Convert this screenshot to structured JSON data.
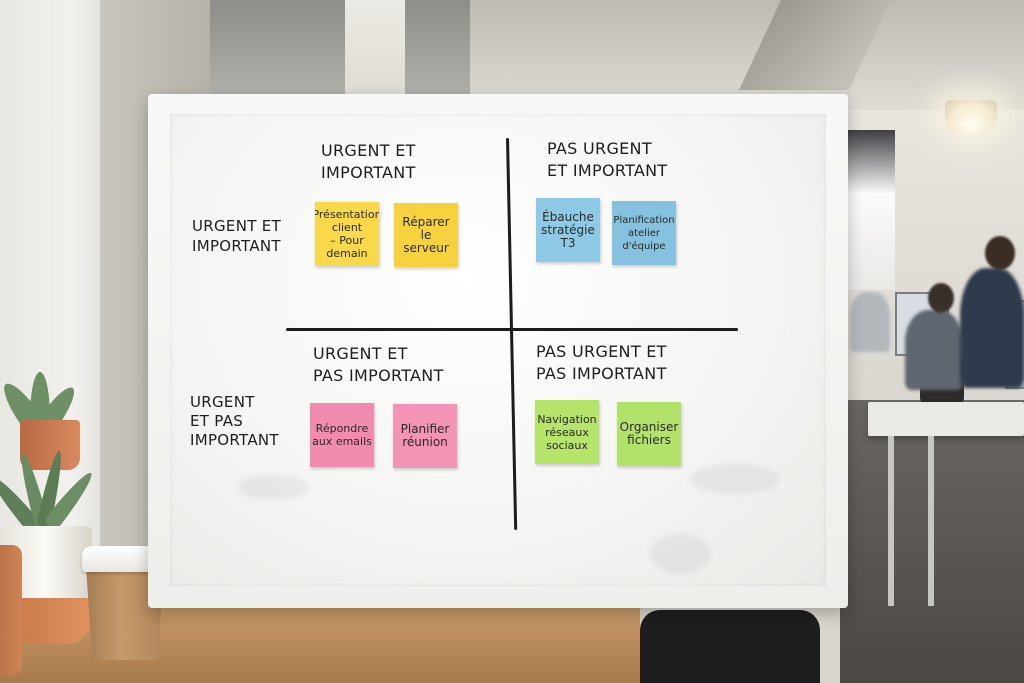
{
  "board": {
    "quadrants": [
      {
        "title": "URGENT ET\nIMPORTANT"
      },
      {
        "title": "PAS URGENT\nET IMPORTANT"
      },
      {
        "title": "URGENT ET\nPAS IMPORTANT"
      },
      {
        "title": "PAS URGENT ET\nPAS IMPORTANT"
      }
    ],
    "row_labels": [
      "URGENT ET\nIMPORTANT",
      "URGENT\nET PAS\nIMPORTANT"
    ],
    "notes": [
      {
        "text": "Présentation\nclient\n– Pour\ndemain",
        "color": "#f9d949"
      },
      {
        "text": "Réparer\nle\nserveur",
        "color": "#f7d23f"
      },
      {
        "text": "Ébauche\nstratégie\nT3",
        "color": "#8ec9e6"
      },
      {
        "text": "Planification\natelier\nd'équipe",
        "color": "#86c2df"
      },
      {
        "text": "Répondre\naux emails",
        "color": "#f28bb0"
      },
      {
        "text": "Planifier\nréunion",
        "color": "#f393b5"
      },
      {
        "text": "Navigation\nréseaux\nsociaux",
        "color": "#b6e36a"
      },
      {
        "text": "Organiser\nfichiers",
        "color": "#b3e26b"
      }
    ]
  }
}
